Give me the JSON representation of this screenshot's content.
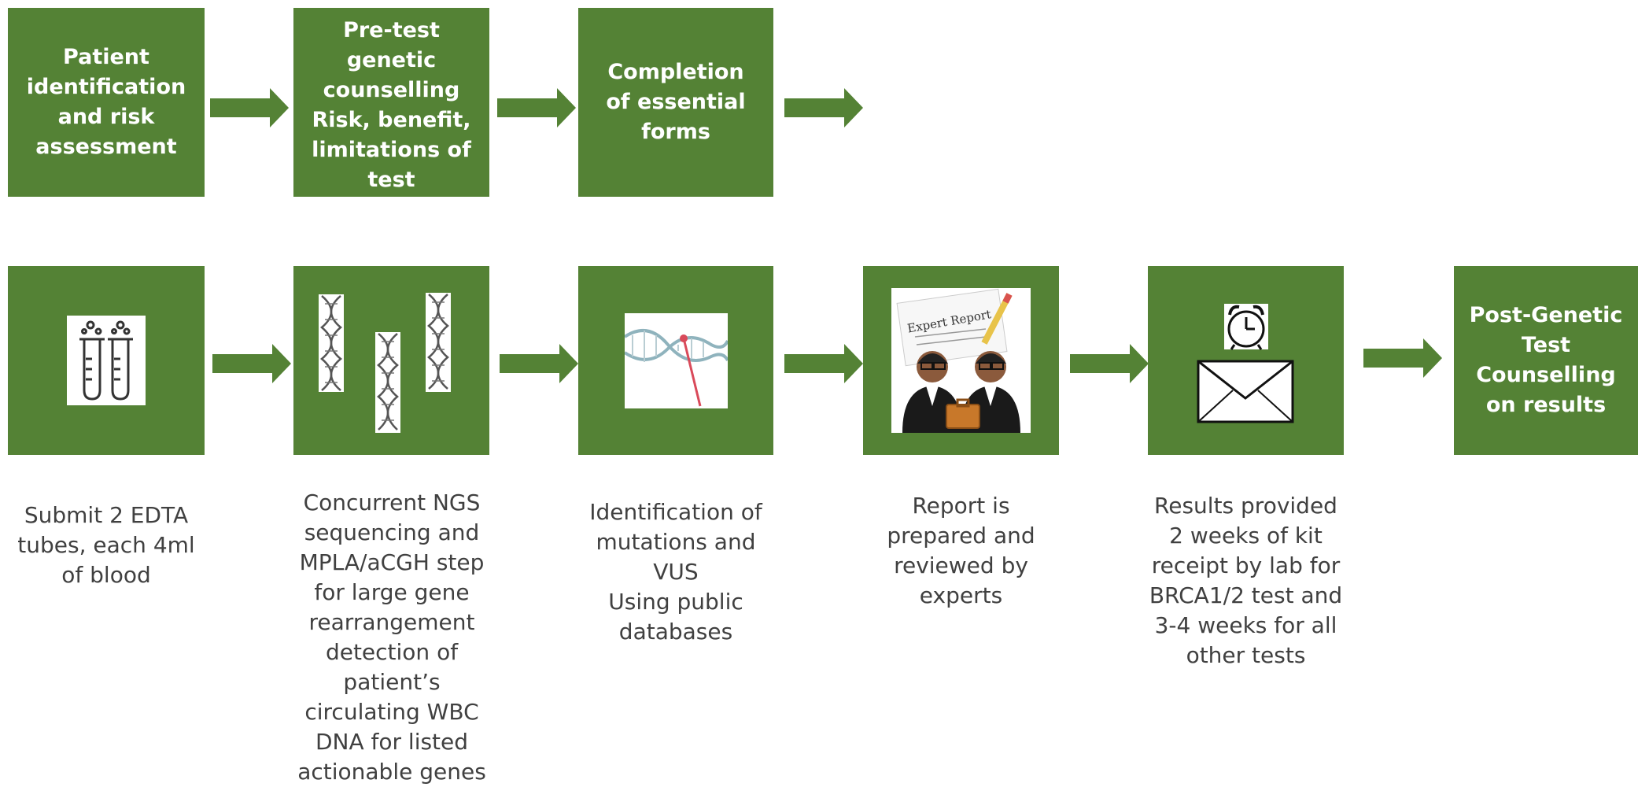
{
  "top_row": [
    {
      "text": "Patient\nidentification\nand risk\nassessment"
    },
    {
      "text": "Pre-test\ngenetic\ncounselling\nRisk, benefit,\nlimitations of\ntest"
    },
    {
      "text": "Completion\nof essential\nforms"
    }
  ],
  "bottom_row": [
    {
      "icon": "test-tubes-icon",
      "caption": "Submit 2 EDTA\ntubes, each 4ml\nof blood"
    },
    {
      "icon": "dna-strands-icon",
      "caption": "Concurrent NGS\nsequencing and\nMPLA/aCGH step\nfor large gene\nrearrangement\ndetection of\npatient’s\ncirculating WBC\nDNA for listed\nactionable genes"
    },
    {
      "icon": "dna-helix-icon",
      "caption": "Identification of\nmutations and\nVUS\nUsing public\ndatabases"
    },
    {
      "icon": "expert-report-icon",
      "image_text": "Expert Report",
      "caption": "Report is\nprepared and\nreviewed by\nexperts"
    },
    {
      "icon": "clock-envelope-icon",
      "caption": "Results provided\n2 weeks of kit\nreceipt by lab for\nBRCA1/2 test and\n3-4 weeks for all\nother tests"
    },
    {
      "text": "Post-Genetic\nTest\nCounselling\non results"
    }
  ],
  "colors": {
    "box_green": "#548235",
    "caption_gray": "#404040",
    "arrow_green": "#548235"
  }
}
